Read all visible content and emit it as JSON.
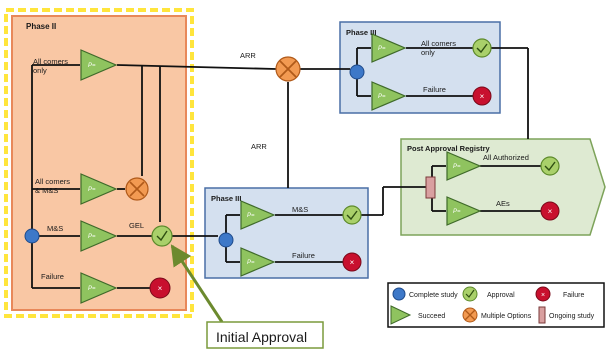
{
  "phase2": {
    "title": "Phase II",
    "rows": {
      "all_comers_only": "All comers only",
      "all_comers_ms": "All comers & M&S",
      "ms": "M&S",
      "failure": "Failure"
    },
    "gel_label": "GEL"
  },
  "phase3_top": {
    "title": "Phase III",
    "success_label": "All comers only",
    "failure_label": "Failure"
  },
  "phase3_bottom": {
    "title": "Phase III",
    "success_label": "M&S",
    "failure_label": "Failure"
  },
  "registry": {
    "title": "Post Approval Registry",
    "row1_label": "All Authorized",
    "row2_label": "AEs"
  },
  "connectors": {
    "arr_horizontal": "ARR",
    "arr_vertical": "ARR"
  },
  "triangle_glyph": "P=",
  "callout": {
    "label": "Initial Approval"
  },
  "legend": {
    "complete_study": "Complete study",
    "approval": "Approval",
    "failure": "Failure",
    "succeed": "Succeed",
    "multiple_options": "Multiple Options",
    "ongoing_study": "Ongoing study"
  },
  "colors": {
    "phase2_fill": "#f9c7a4",
    "phase2_border": "#e8885a",
    "dashed_border": "#ffe53c",
    "phase3_fill": "#d4e0ef",
    "phase3_border": "#4a6fa5",
    "registry_fill": "#deead2",
    "registry_border": "#7da35a",
    "triangle_fill": "#8fc35f",
    "approval_fill": "#a9d06a",
    "failure_fill": "#c8102e",
    "complete_fill": "#3d78c8",
    "multi_fill": "#f29a52",
    "ongoing_fill": "#d9a0a0",
    "callout_border": "#7a9a3c"
  }
}
